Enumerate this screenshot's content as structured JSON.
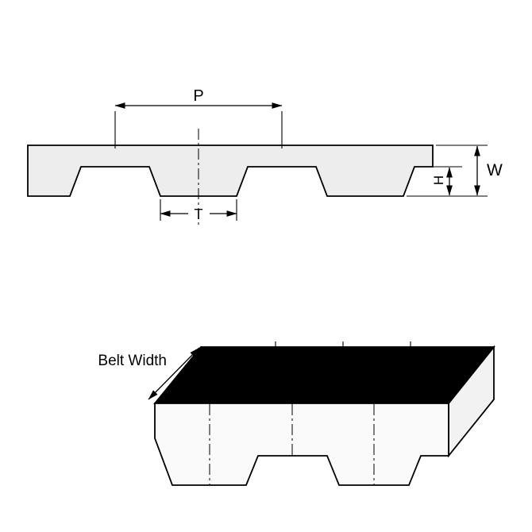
{
  "labels": {
    "pitch": "P",
    "tooth_width": "T",
    "tooth_height": "H",
    "belt_thickness": "W",
    "belt_width": "Belt Width"
  },
  "colors": {
    "line": "#000000",
    "belt_fill": "#ededed",
    "front_face_fill": "#fafafa",
    "side_face_fill": "#f2f2f2",
    "top_face_fill": "#000000",
    "background": "#ffffff"
  }
}
